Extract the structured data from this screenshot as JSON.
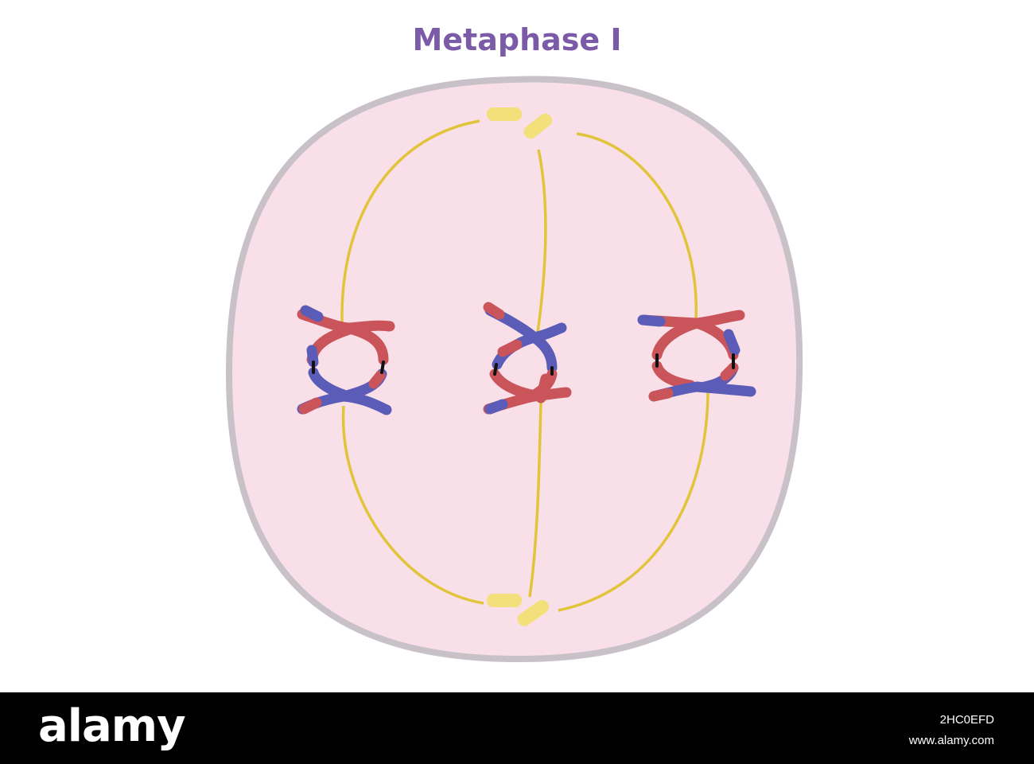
{
  "title": "Metaphase I",
  "colors": {
    "title": "#7b5aa8",
    "cytoplasm": "#f8dfe8",
    "membrane": "#c9c1c8",
    "spindle": "#e2c43a",
    "centrosome": "#f3e07a",
    "chromatid_red": "#c9545a",
    "chromatid_blue": "#5a5cb8",
    "centromere_link": "#111111"
  },
  "footer": {
    "logo": "alamy",
    "image_id": "2HC0EFD",
    "site": "www.alamy.com"
  }
}
